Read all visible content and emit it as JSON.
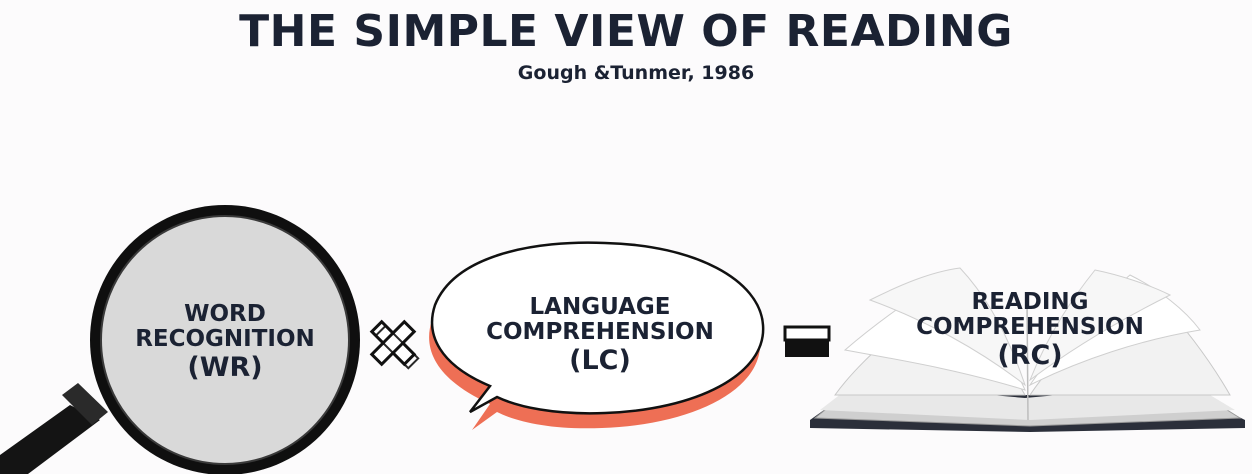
{
  "header": {
    "title": "THE SIMPLE VIEW OF READING",
    "subtitle": "Gough &Tunmer, 1986"
  },
  "word_recognition": {
    "line1": "WORD",
    "line2": "RECOGNITION",
    "abbr": "(WR)",
    "icon": "magnifying-glass-icon"
  },
  "operator_multiply": {
    "icon": "multiply-icon"
  },
  "language_comprehension": {
    "line1": "LANGUAGE",
    "line2": "COMPREHENSION",
    "abbr": "(LC)",
    "icon": "speech-bubble-icon"
  },
  "operator_equals": {
    "icon": "equals-icon"
  },
  "reading_comprehension": {
    "line1": "READING",
    "line2": "COMPREHENSION",
    "abbr": "(RC)",
    "icon": "open-book-icon"
  },
  "colors": {
    "text": "#1b2233",
    "accent": "#ee6f55",
    "lens": "#d9d9d9",
    "frame": "#111111"
  }
}
